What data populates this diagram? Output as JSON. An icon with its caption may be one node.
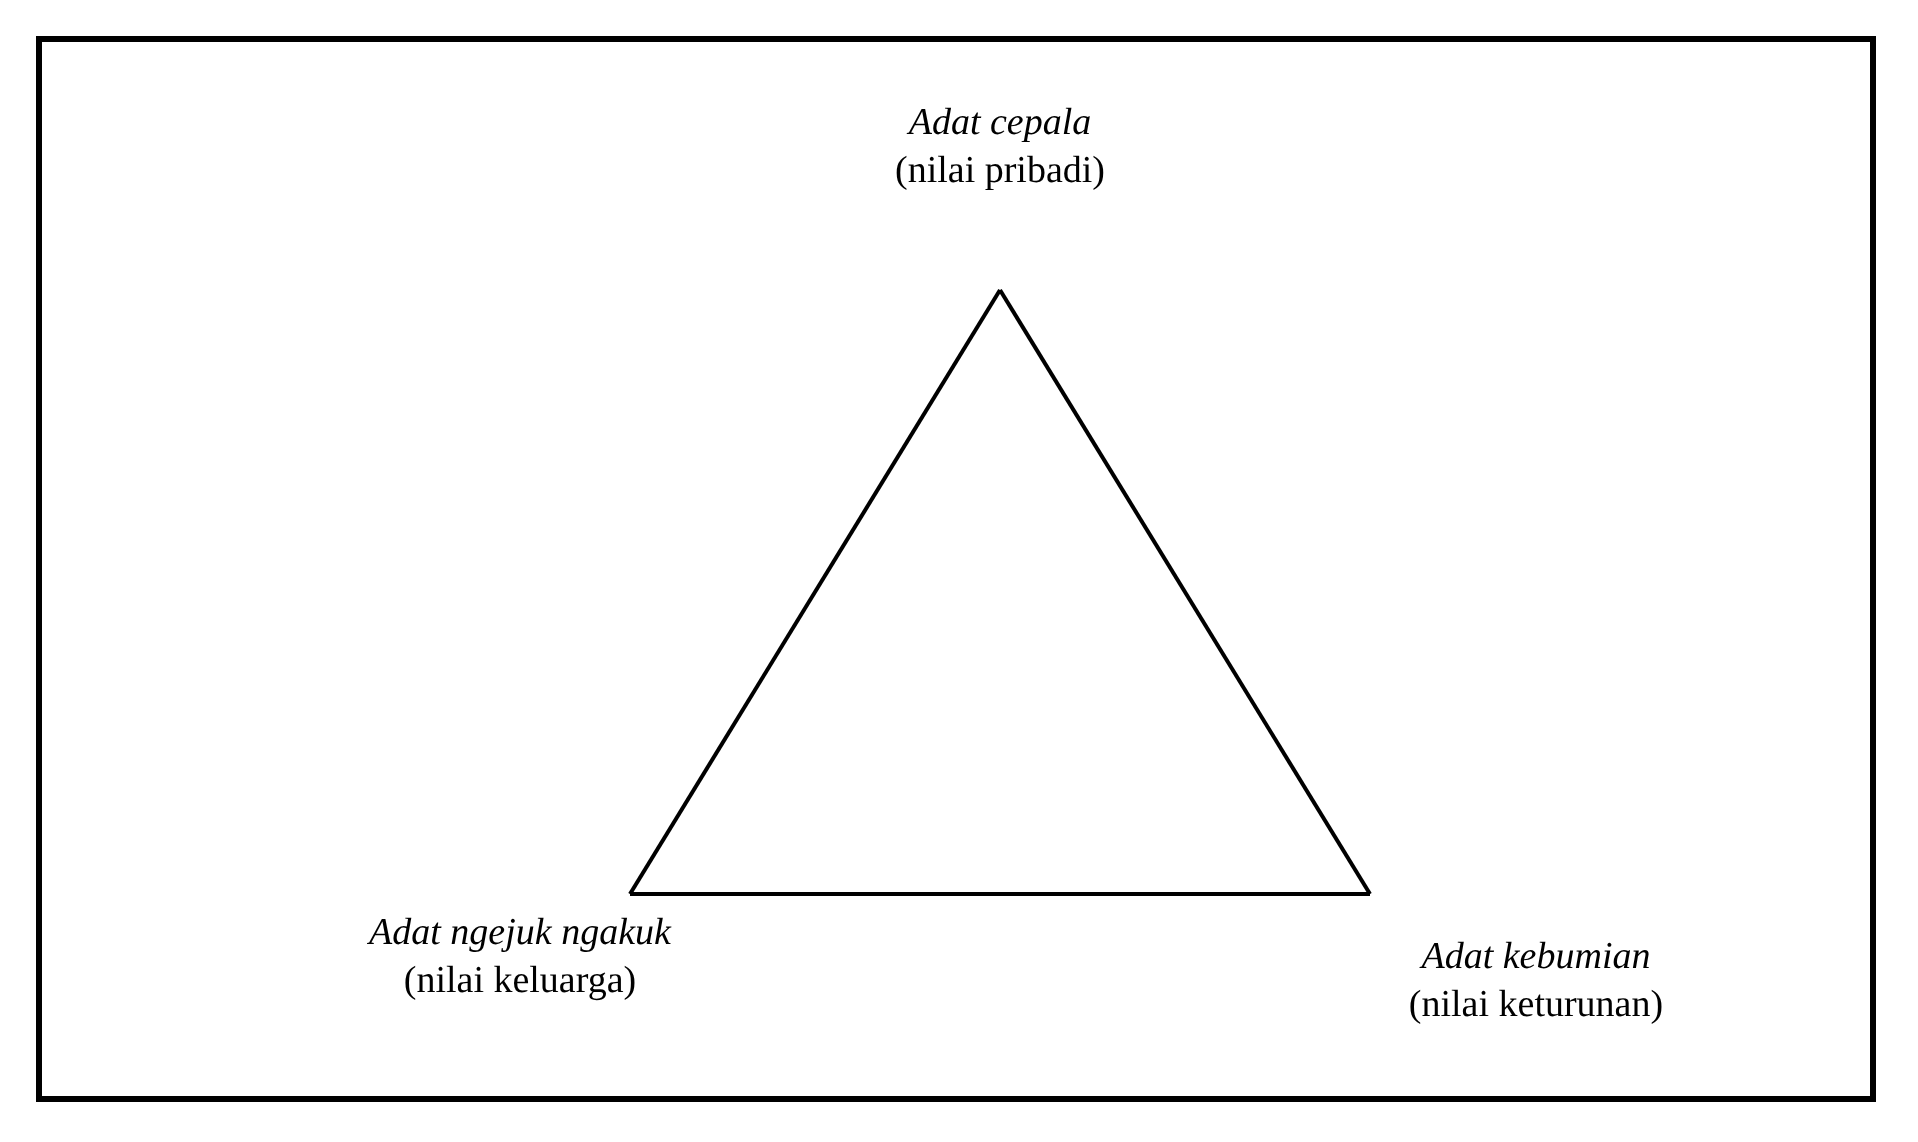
{
  "diagram": {
    "nodes": [
      {
        "text": [
          "Adat cepala",
          "(nilai pribadi)"
        ]
      },
      {
        "text": [
          "Adat ngejuk ngakuk",
          "(nilai keluarga)"
        ]
      },
      {
        "text": [
          "Adat kebumian",
          "(nilai keturunan)"
        ]
      }
    ],
    "edges": [
      {
        "from": 0,
        "to": 1,
        "arrow": "none"
      },
      {
        "from": 1,
        "to": 2,
        "arrow": "none"
      },
      {
        "from": 0,
        "to": 2,
        "arrow": "none"
      }
    ]
  }
}
